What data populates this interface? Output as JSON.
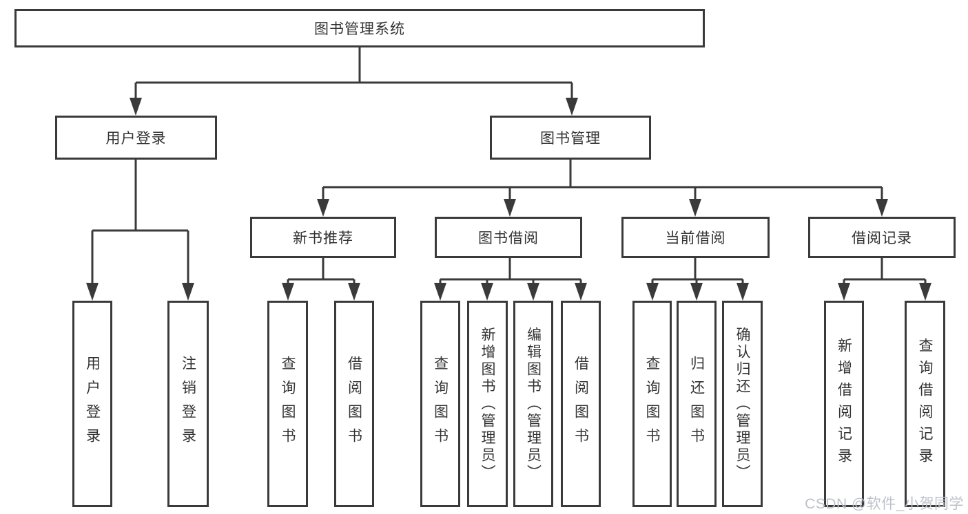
{
  "diagram": {
    "root": {
      "label": "图书管理系统"
    },
    "level2": [
      {
        "label": "用户登录"
      },
      {
        "label": "图书管理"
      }
    ],
    "level3": [
      {
        "label": "新书推荐"
      },
      {
        "label": "图书借阅"
      },
      {
        "label": "当前借阅"
      },
      {
        "label": "借阅记录"
      }
    ],
    "leaves": [
      {
        "label": "用户登录"
      },
      {
        "label": "注销登录"
      },
      {
        "label": "查询图书"
      },
      {
        "label": "借阅图书"
      },
      {
        "label": "查询图书"
      },
      {
        "label": "新增图书（管理员）"
      },
      {
        "label": "编辑图书（管理员）"
      },
      {
        "label": "借阅图书"
      },
      {
        "label": "查询图书"
      },
      {
        "label": "归还图书"
      },
      {
        "label": "确认归还（管理员）"
      },
      {
        "label": "新增借阅记录"
      },
      {
        "label": "查询借阅记录"
      }
    ]
  },
  "watermark": {
    "text": "CSDN @软件_小贺同学"
  },
  "colors": {
    "line": "#3a3a3a",
    "text": "#333333",
    "watermark": "#bdc1c9",
    "background": "#ffffff"
  }
}
